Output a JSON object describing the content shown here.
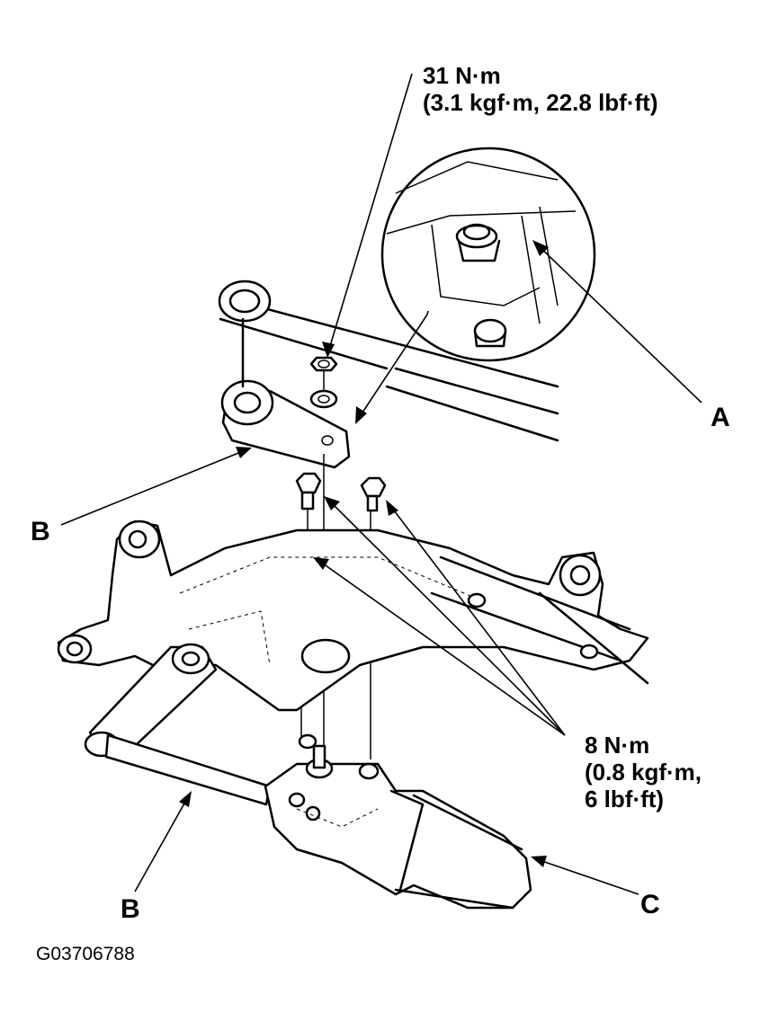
{
  "torque_upper": {
    "line1": "31 N·m",
    "line2": "(3.1 kgf·m, 22.8 lbf·ft)"
  },
  "torque_lower": {
    "line1": "8 N·m",
    "line2": "(0.8 kgf·m,",
    "line3": "6 lbf·ft)"
  },
  "callouts": {
    "a": "A",
    "b_upper": "B",
    "b_lower": "B",
    "c": "C"
  },
  "figure_code": "G03706788",
  "colors": {
    "ink": "#000000",
    "paper": "#ffffff"
  }
}
